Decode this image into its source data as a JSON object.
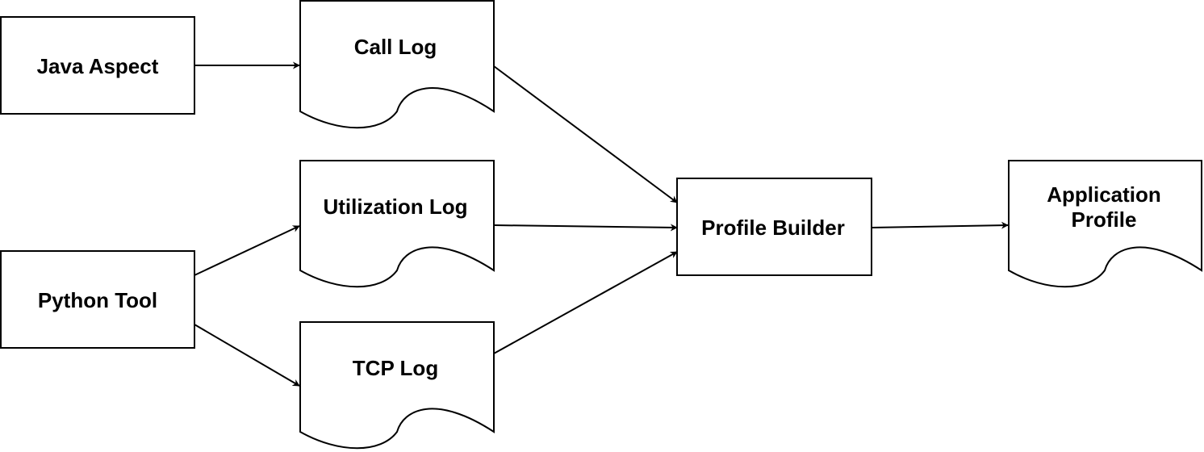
{
  "nodes": {
    "java_aspect": {
      "label": "Java Aspect"
    },
    "python_tool": {
      "label": "Python Tool"
    },
    "call_log": {
      "label": "Call Log"
    },
    "utilization_log": {
      "label": "Utilization Log"
    },
    "tcp_log": {
      "label": "TCP Log"
    },
    "profile_builder": {
      "label": "Profile Builder"
    },
    "application_profile": {
      "label_line1": "Application",
      "label_line2": "Profile"
    }
  },
  "edges": [
    {
      "from": "Java Aspect",
      "to": "Call Log"
    },
    {
      "from": "Python Tool",
      "to": "Utilization Log"
    },
    {
      "from": "Python Tool",
      "to": "TCP Log"
    },
    {
      "from": "Call Log",
      "to": "Profile Builder"
    },
    {
      "from": "Utilization Log",
      "to": "Profile Builder"
    },
    {
      "from": "TCP Log",
      "to": "Profile Builder"
    },
    {
      "from": "Profile Builder",
      "to": "Application Profile"
    }
  ],
  "colors": {
    "stroke": "#000000",
    "fill": "#ffffff",
    "text": "#000000"
  }
}
